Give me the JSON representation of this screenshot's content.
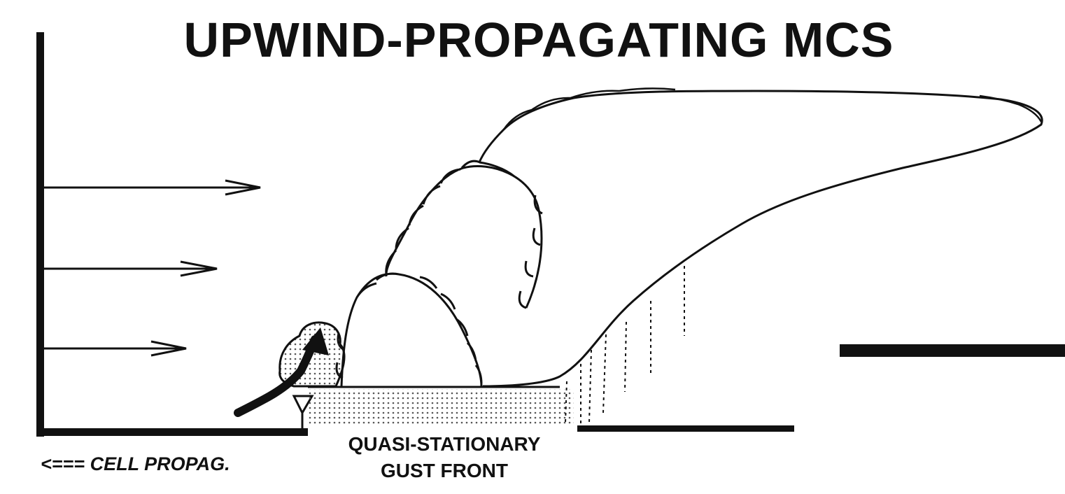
{
  "title": "UPWIND-PROPAGATING MCS",
  "labels": {
    "gust_front_line1": "QUASI-STATIONARY",
    "gust_front_line2": "GUST FRONT",
    "cell_propagation": "<=== CELL PROPAG."
  },
  "colors": {
    "ink": "#111111",
    "background": "#ffffff",
    "stipple": "#555555"
  }
}
